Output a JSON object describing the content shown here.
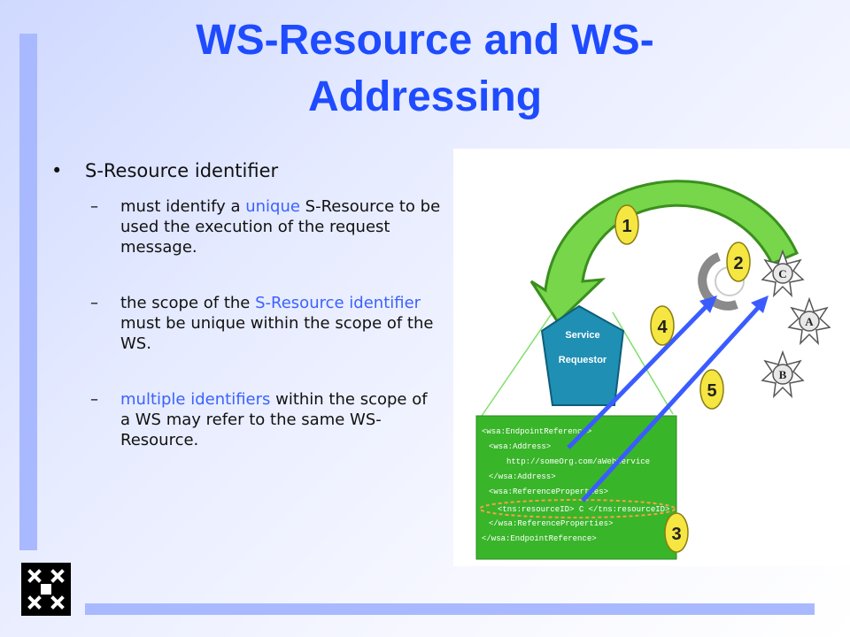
{
  "slide": {
    "title_line1": "WS-Resource and WS-",
    "title_line2": "Addressing",
    "bullet": "S-Resource identifier",
    "sub1": {
      "pre": "must identify a ",
      "hl": "unique",
      "post": " S-Resource to be used the execution of the request message."
    },
    "sub2": {
      "pre": "the scope of the ",
      "hl": "S-Resource identifier",
      "post": " must be unique within the scope of the WS."
    },
    "sub3": {
      "pre": "",
      "hl": "multiple identifiers",
      "post": " within the scope of a WS may refer to the same WS-Resource."
    }
  },
  "diagram": {
    "requestor_line1": "Service",
    "requestor_line2": "Requestor",
    "steps": [
      "1",
      "2",
      "3",
      "4",
      "5"
    ],
    "resources": [
      "C",
      "A",
      "B"
    ],
    "xml_lines": [
      "<wsa:EndpointReference>",
      "<wsa:Address>",
      "http://someOrg.com/aWebService",
      "</wsa:Address>",
      "<wsa:ReferenceProperties>",
      "<tns:resourceID> C </tns:resourceID>",
      "</wsa:ReferenceProperties>",
      "</wsa:EndpointReference>"
    ]
  },
  "colors": {
    "title": "#1f4bff",
    "highlight": "#3b62ff",
    "accent_bar": "#a9b9ff",
    "xml_box": "#39b52a",
    "arrow_blue": "#3a5cff"
  },
  "logo": {
    "icon": "university-crosses-logo"
  }
}
